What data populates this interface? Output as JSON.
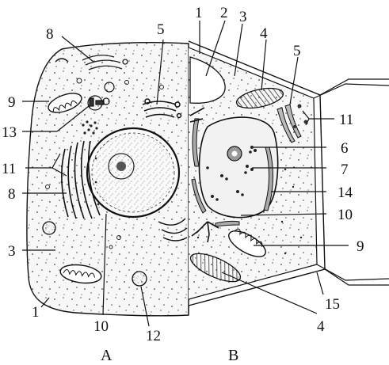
{
  "panels": {
    "a": {
      "caption": "A",
      "labels": {
        "l1": "1",
        "l3": "3",
        "l8_top": "8",
        "l5": "5",
        "l9": "9",
        "l13": "13",
        "l11": "11",
        "l8_mid": "8",
        "l10": "10",
        "l12": "12"
      }
    },
    "b": {
      "caption": "B",
      "labels": {
        "l1": "1",
        "l2": "2",
        "l3": "3",
        "l4_top": "4",
        "l5": "5",
        "l11": "11",
        "l6": "6",
        "l7": "7",
        "l14": "14",
        "l10": "10",
        "l9": "9",
        "l15": "15",
        "l4_bottom": "4"
      }
    }
  }
}
